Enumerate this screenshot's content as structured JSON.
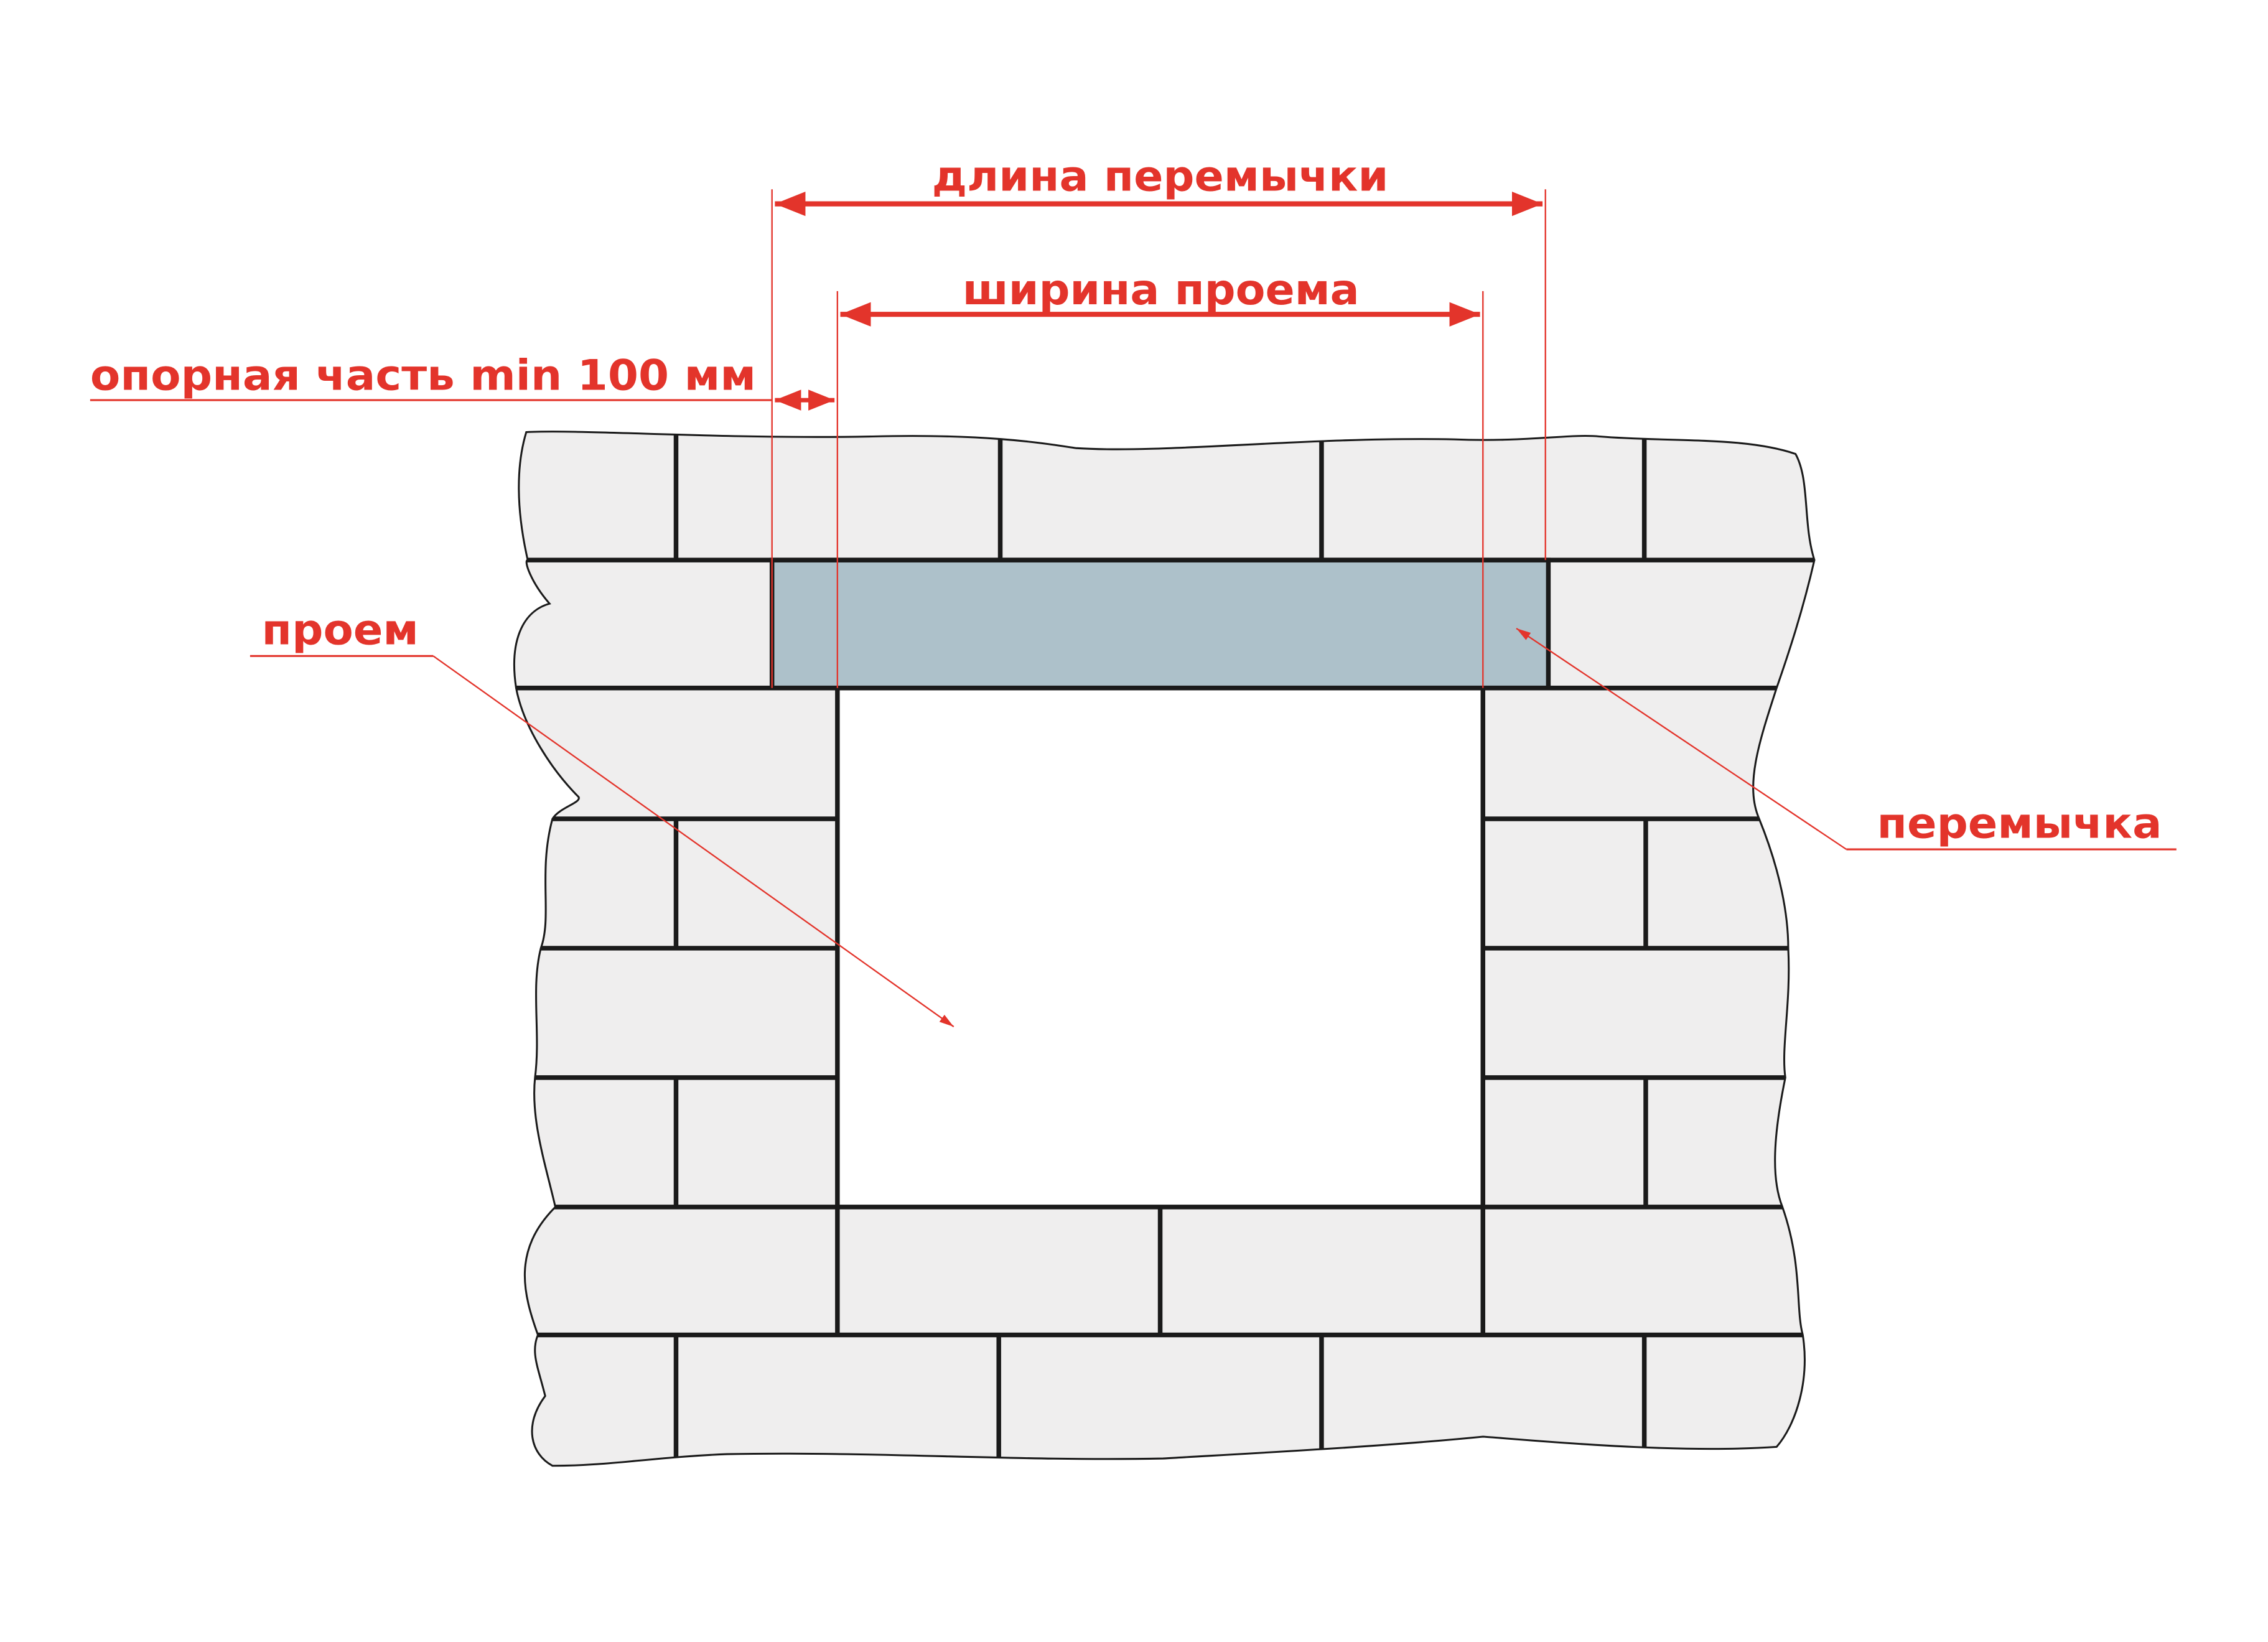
{
  "labels": {
    "lintel_length": "длина перемычки",
    "opening_width": "ширина проема",
    "bearing_part": "опорная часть min 100 мм",
    "opening": "проем",
    "lintel": "перемычка"
  },
  "colors": {
    "annotation": "#e3342b",
    "brick": "#efeeee",
    "lintel": "#adc1ca",
    "mortar": "#1a1a1a"
  }
}
